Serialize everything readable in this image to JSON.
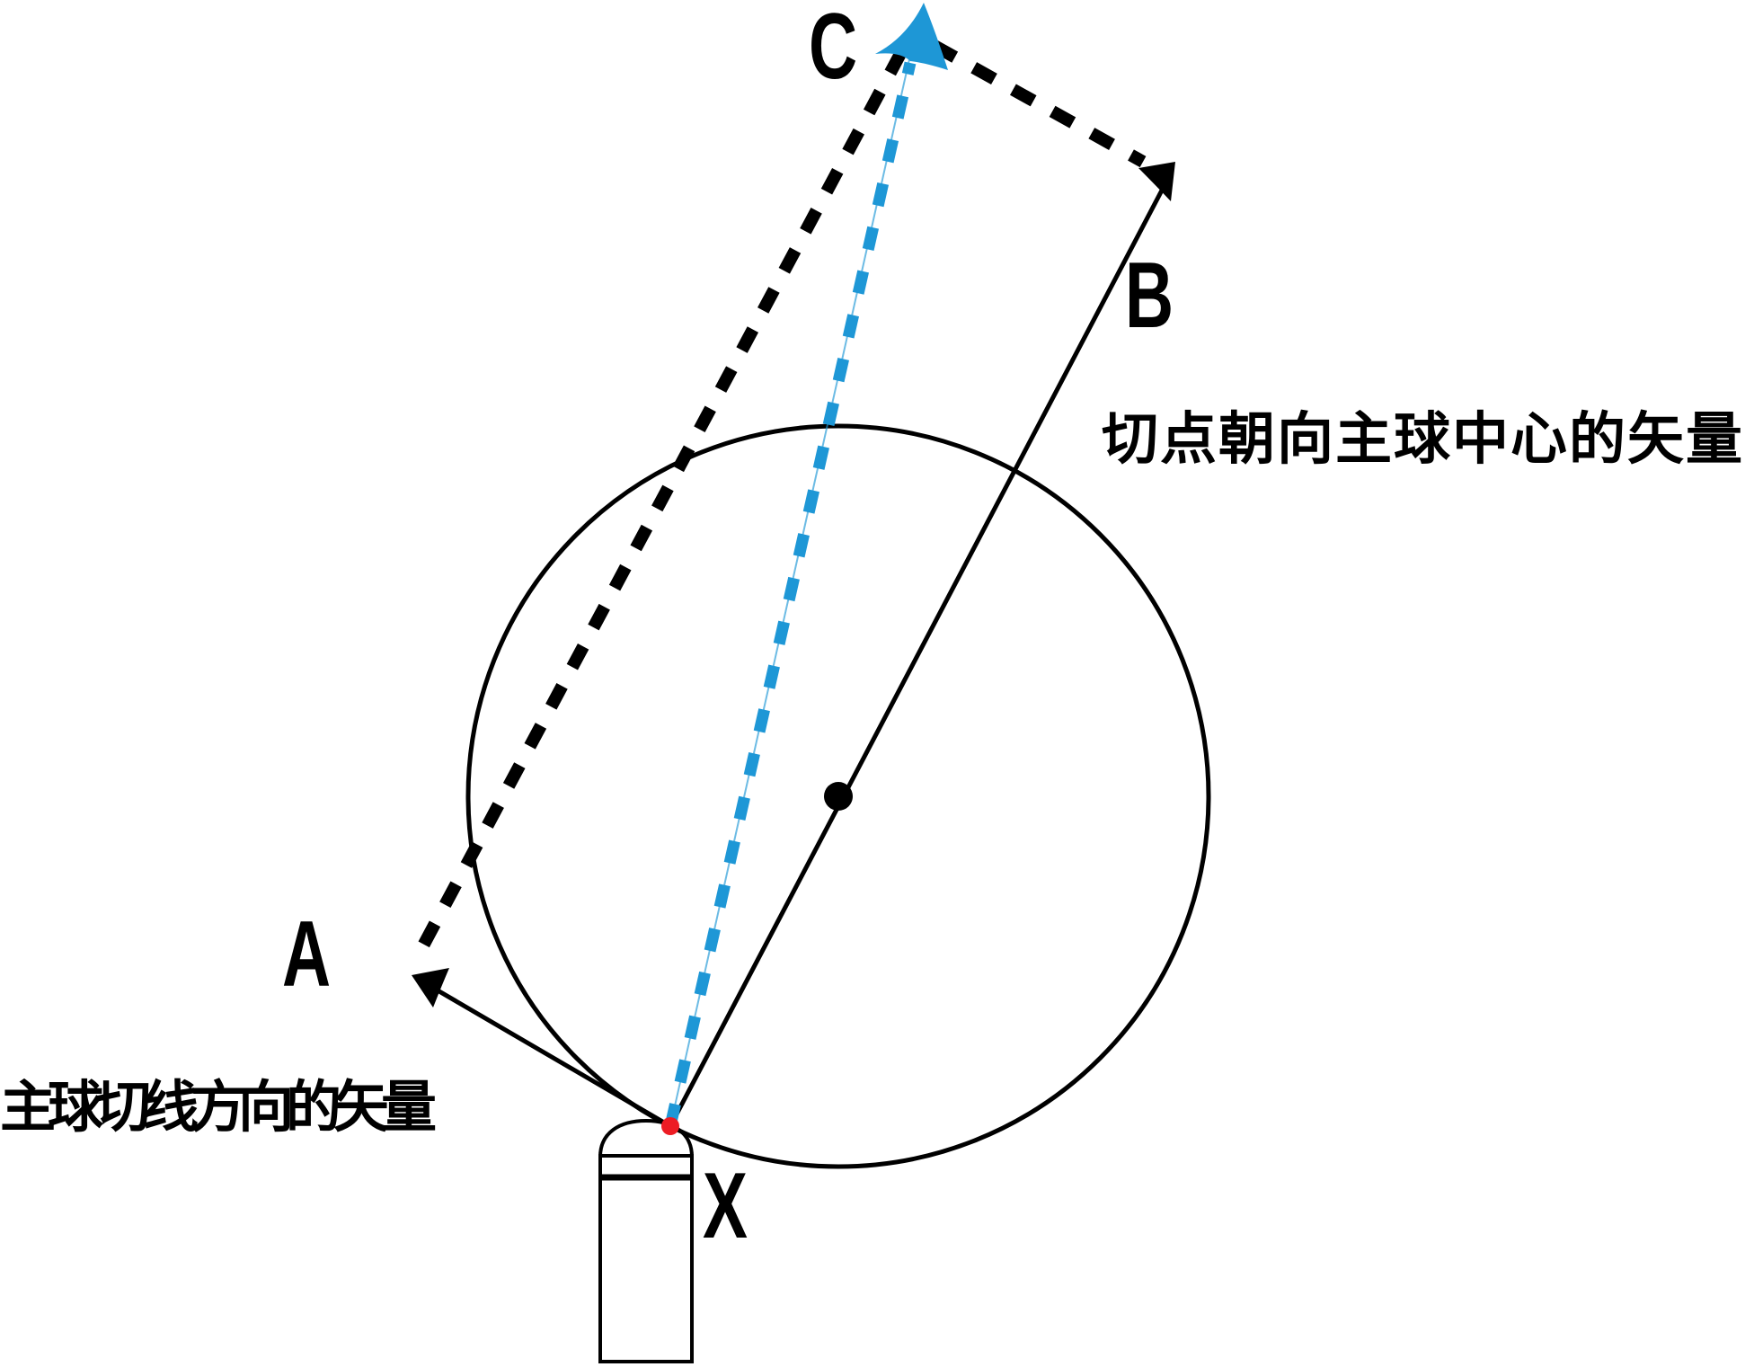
{
  "labels": {
    "a": "A",
    "b": "B",
    "c": "C",
    "x": "X"
  },
  "captions": {
    "tangent_direction": "主球切线方向的矢量",
    "toward_center": "切点朝向主球中心的矢量"
  },
  "colors": {
    "accent_blue": "#1e97d6",
    "tangent_point_red": "#ed1c24",
    "line_black": "#000000",
    "background": "#ffffff"
  }
}
